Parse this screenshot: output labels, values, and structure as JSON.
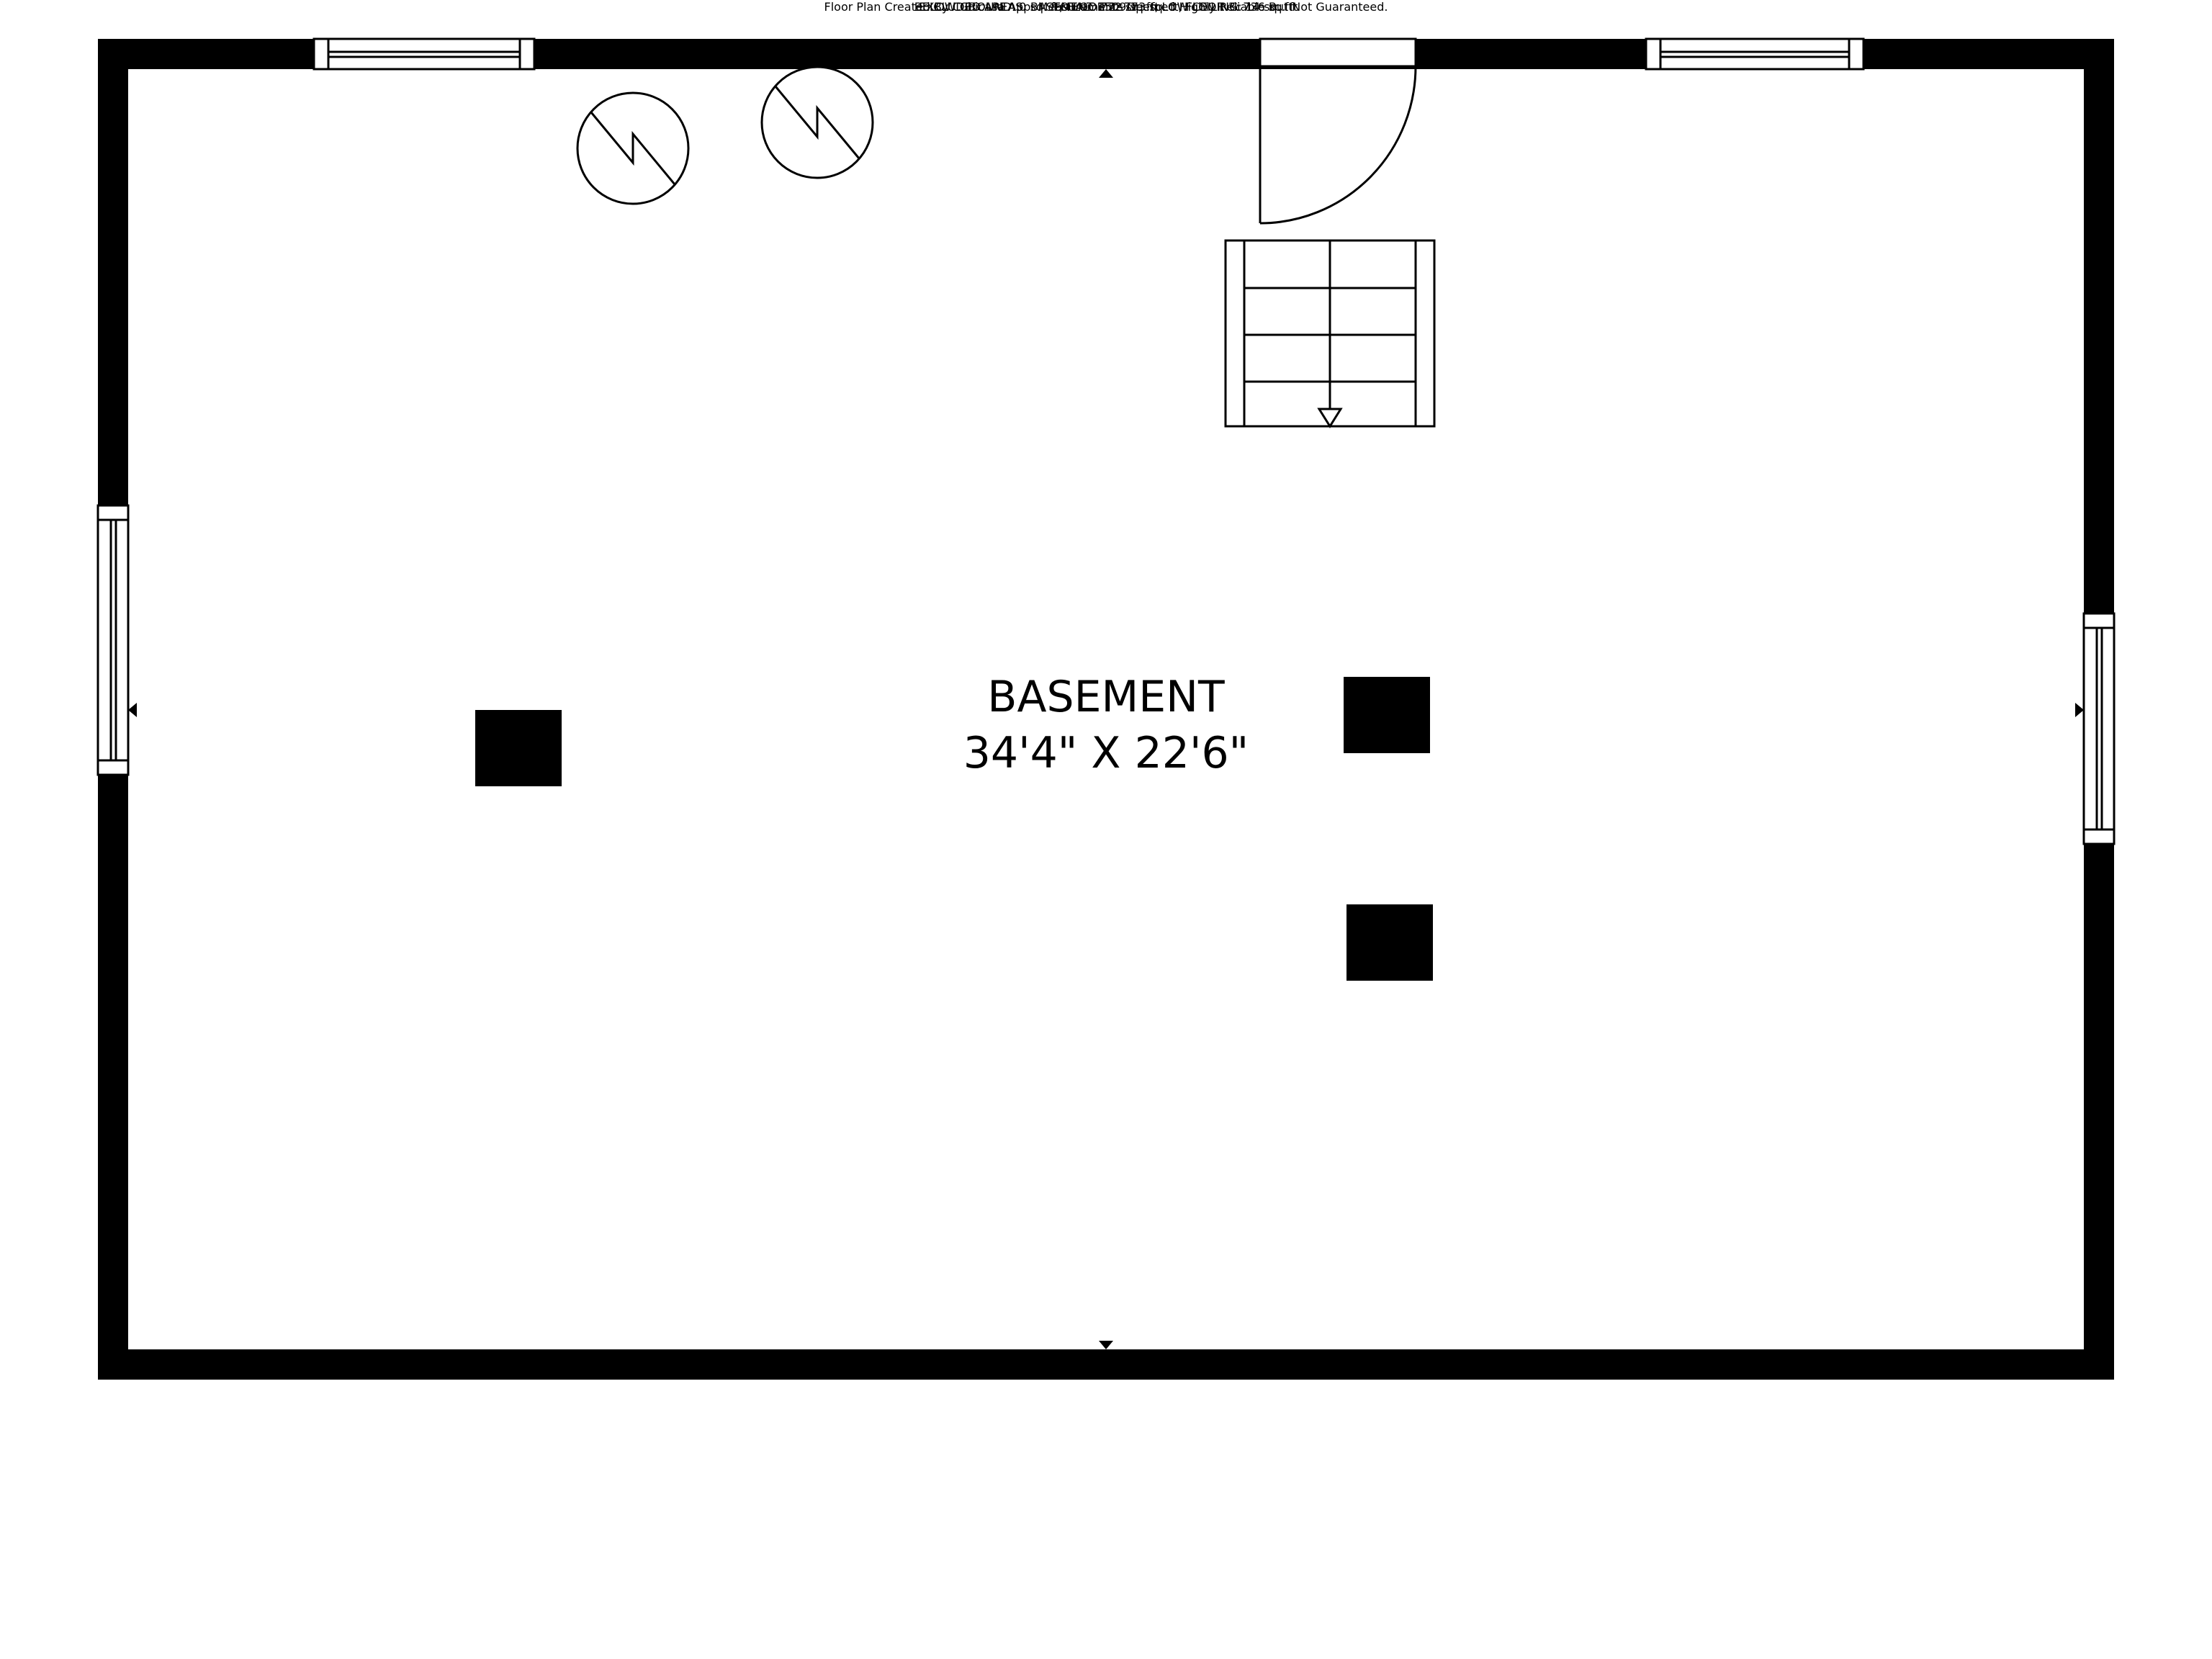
{
  "room": {
    "name": "BASEMENT",
    "dimensions": "34'4\" X 22'6\""
  },
  "summary": {
    "total": "TOTAL: 1509 sq. ft",
    "below_ground": "BELOW GROUND: 0 sq. ft, FLOOR 2: 773 sq. ft, FLOOR 3: 736 sq. ft",
    "excluded": "EXCLUDED AREAS: BASEMENT: 772 sq. ft, LOW CEILING: 14 sq. ft"
  },
  "credit": "Floor Plan Created By Cubicasa App. Measurements Deemed Highly Reliable But Not Guaranteed.",
  "colors": {
    "wall": "#000000",
    "floor": "#ffffff",
    "line": "#000000"
  }
}
